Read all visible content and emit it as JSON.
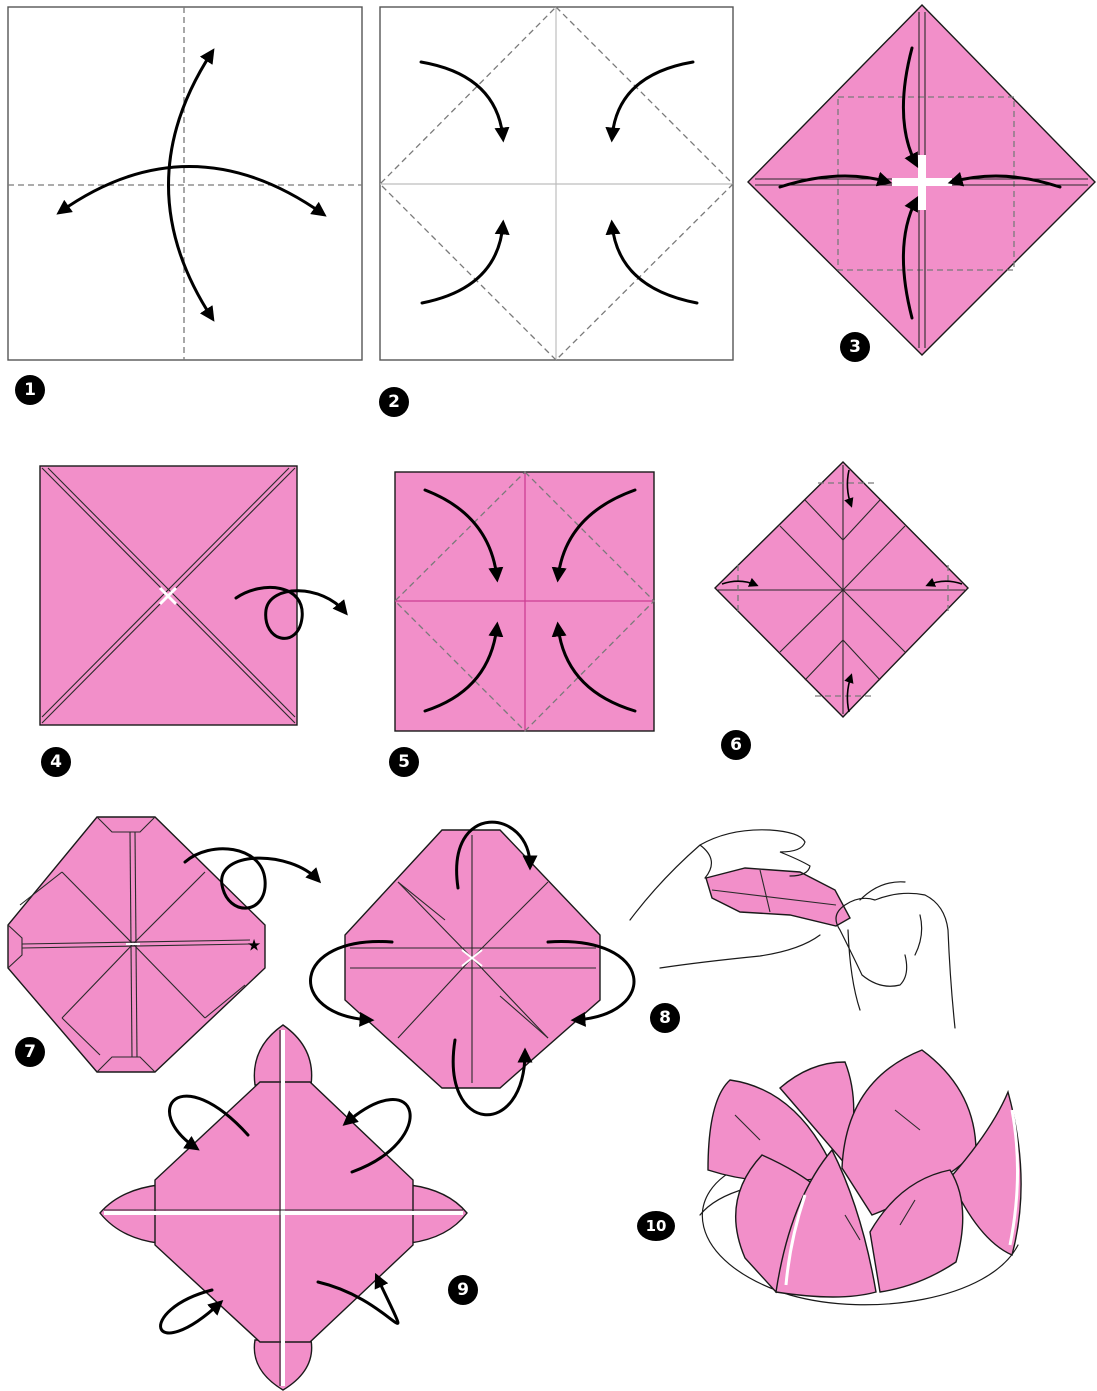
{
  "colors": {
    "paper": "#f28fc9",
    "crease": "#cc3f93",
    "outline": "#000000",
    "dashed": "#7a7a7a"
  },
  "steps": [
    {
      "number": "1"
    },
    {
      "number": "2"
    },
    {
      "number": "3"
    },
    {
      "number": "4"
    },
    {
      "number": "5"
    },
    {
      "number": "6"
    },
    {
      "number": "7"
    },
    {
      "number": "8"
    },
    {
      "number": "9"
    },
    {
      "number": "10"
    }
  ],
  "markers": {
    "star": "★"
  }
}
